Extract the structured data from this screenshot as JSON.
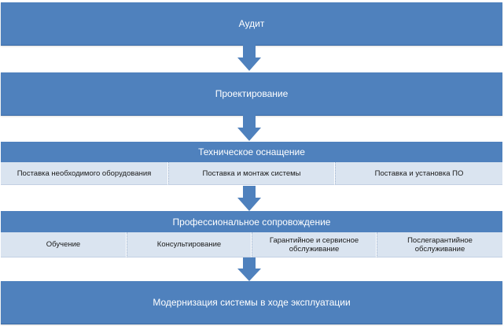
{
  "diagram": {
    "steps": [
      {
        "label": "Аудит"
      },
      {
        "label": "Проектирование"
      },
      {
        "label": "Техническое оснащение",
        "items": [
          "Поставка необходимого оборудования",
          "Поставка и монтаж системы",
          "Поставка и установка ПО"
        ]
      },
      {
        "label": "Профессиональное сопровождение",
        "items": [
          "Обучение",
          "Консультирование",
          "Гарантийное и сервисное обслуживание",
          "Послегарантийное обслуживание"
        ]
      },
      {
        "label": "Модернизация системы в ходе эксплуатации"
      }
    ]
  },
  "colors": {
    "block_fill": "#4f81bd",
    "sub_fill": "#dae4f0",
    "text_light": "#ffffff",
    "text_dark": "#1a1a1a"
  }
}
